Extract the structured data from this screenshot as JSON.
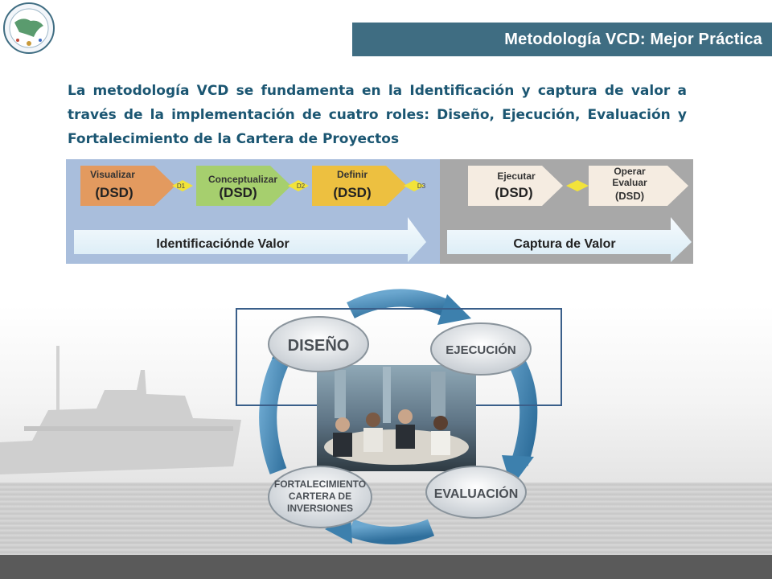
{
  "header": {
    "title": "Metodología VCD: Mejor Práctica"
  },
  "intro": {
    "text": "La metodología VCD se fundamenta en la Identificación y captura de valor a través de la implementación de cuatro roles: Diseño, Ejecución, Evaluación y Fortalecimiento de la Cartera de Proyectos"
  },
  "process": {
    "phases": [
      {
        "name": "Visualizar",
        "sub": "(DSD)",
        "color": "#e39a5f"
      },
      {
        "name": "Conceptualizar",
        "sub": "(DSD)",
        "color": "#a6cf6e"
      },
      {
        "name": "Definir",
        "sub": "(DSD)",
        "color": "#edc040"
      },
      {
        "name": "Ejecutar",
        "sub": "(DSD)",
        "color": "#f5ece1"
      },
      {
        "name": "Operar",
        "name2": "Evaluar",
        "sub": "(DSD)",
        "color": "#f5ece1"
      }
    ],
    "gates": [
      "D1",
      "D2",
      "D3"
    ],
    "value_identification": "Identificaciónde Valor",
    "value_capture": "Captura de Valor",
    "colors": {
      "left_panel": "#a9bedc",
      "right_panel": "#a8a8a8",
      "gate": "#f2e33a"
    }
  },
  "cycle": {
    "stages": [
      "DISEÑO",
      "EJECUCIÓN",
      "EVALUACIÓN"
    ],
    "fortalecimiento": [
      "FORTALECIMIENTO",
      "CARTERA DE",
      "INVERSIONES"
    ],
    "arrow_color": "#4a8ab4"
  }
}
